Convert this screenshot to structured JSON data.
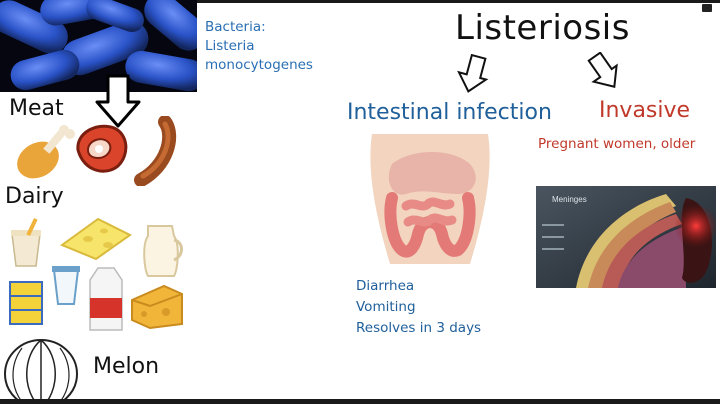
{
  "title": "Listeriosis",
  "bacteria": {
    "lines": [
      "Bacteria:",
      "Listeria",
      "monocytogenes"
    ]
  },
  "food_labels": {
    "meat": "Meat",
    "dairy": "Dairy",
    "melon": "Melon"
  },
  "branches": {
    "intestinal": {
      "title": "Intestinal infection",
      "symptoms": [
        "Diarrhea",
        "Vomiting",
        "Resolves in 3 days"
      ]
    },
    "invasive": {
      "title": "Invasive",
      "subtitle": "Pregnant women, older"
    }
  },
  "meninges_label": "Meninges",
  "colors": {
    "blue_text": "#1f5f9a",
    "red_text": "#c0392b",
    "bacteria_blue": "#2f5fd6",
    "bacteria_bg": "#05060f"
  },
  "icons": [
    "bacteria-image",
    "arrow-down-icon",
    "drumstick-icon",
    "steak-icon",
    "sausage-icon",
    "yogurt-icon",
    "cheese-slice-icon",
    "milk-jug-icon",
    "yogurt-stack-icon",
    "milk-carton-icon",
    "cheese-block-icon",
    "melon-icon",
    "intestine-illustration",
    "meninges-illustration"
  ]
}
